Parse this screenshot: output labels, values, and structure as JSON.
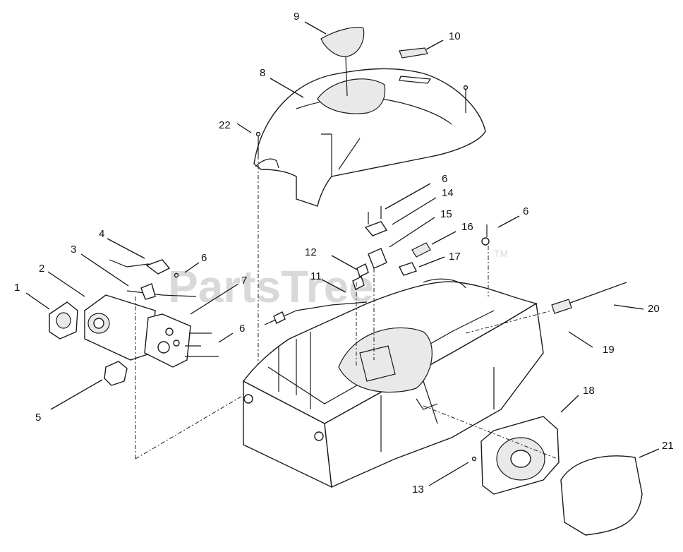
{
  "watermark": {
    "text": "PartsTree",
    "tm": "TM"
  },
  "callouts": {
    "c1": "1",
    "c2": "2",
    "c3": "3",
    "c4": "4",
    "c5": "5",
    "c6a": "6",
    "c6b": "6",
    "c6c": "6",
    "c6d": "6",
    "c7": "7",
    "c8": "8",
    "c9": "9",
    "c10": "10",
    "c11": "11",
    "c12": "12",
    "c13": "13",
    "c14": "14",
    "c15": "15",
    "c16": "16",
    "c17": "17",
    "c18": "18",
    "c19": "19",
    "c20": "20",
    "c21": "21",
    "c22": "22"
  }
}
